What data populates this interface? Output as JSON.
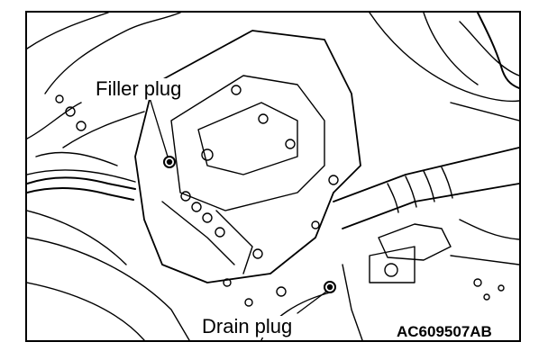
{
  "labels": {
    "filler_plug": "Filler plug",
    "drain_plug": "Drain plug",
    "figure_code": "AC609507AB"
  },
  "colors": {
    "line": "#000000",
    "background": "#ffffff"
  }
}
